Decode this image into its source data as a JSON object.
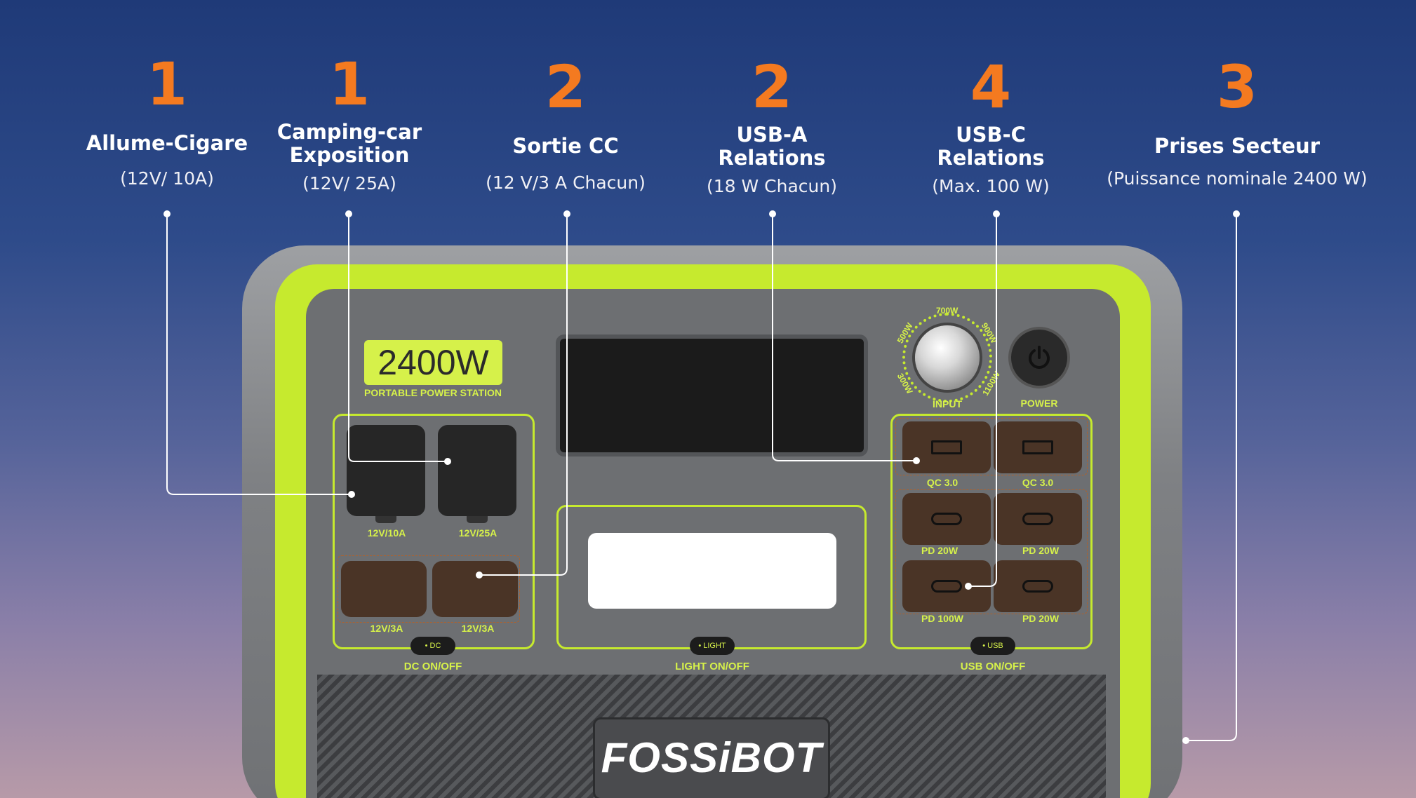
{
  "features": [
    {
      "count": "1",
      "title": "Allume-Cigare",
      "spec": "(12V/ 10A)"
    },
    {
      "count": "1",
      "title": "Camping-car\nExposition",
      "spec": "(12V/ 25A)"
    },
    {
      "count": "2",
      "title": "Sortie CC",
      "spec": "(12 V/3 A Chacun)"
    },
    {
      "count": "2",
      "title": "USB-A\nRelations",
      "spec": "(18 W Chacun)"
    },
    {
      "count": "4",
      "title": "USB-C\nRelations",
      "spec": "(Max. 100 W)"
    },
    {
      "count": "3",
      "title": "Prises Secteur",
      "spec": "(Puissance nominale 2400 W)"
    }
  ],
  "device": {
    "badge": "2400W",
    "badge_sub": "PORTABLE POWER STATION",
    "dc_ports": [
      "12V/10A",
      "12V/25A",
      "12V/3A",
      "12V/3A"
    ],
    "usb_a_labels": [
      "QC 3.0",
      "QC 3.0"
    ],
    "usb_c_labels": [
      "PD 20W",
      "PD 20W",
      "PD 100W",
      "PD 20W"
    ],
    "dc_switch": "• DC",
    "dc_switch_label": "DC ON/OFF",
    "light_switch": "• LIGHT",
    "light_switch_label": "LIGHT ON/OFF",
    "usb_switch": "• USB",
    "usb_switch_label": "USB ON/OFF",
    "knob_marks": [
      "700W",
      "500W",
      "900W",
      "300W",
      "1100W"
    ],
    "knob_label": "INPUT",
    "power_label": "POWER",
    "brand": "FOSSiBOT"
  },
  "colors": {
    "accent_orange": "#f47a20",
    "device_green": "#c6ea2e",
    "label_green": "#d6f14a"
  }
}
